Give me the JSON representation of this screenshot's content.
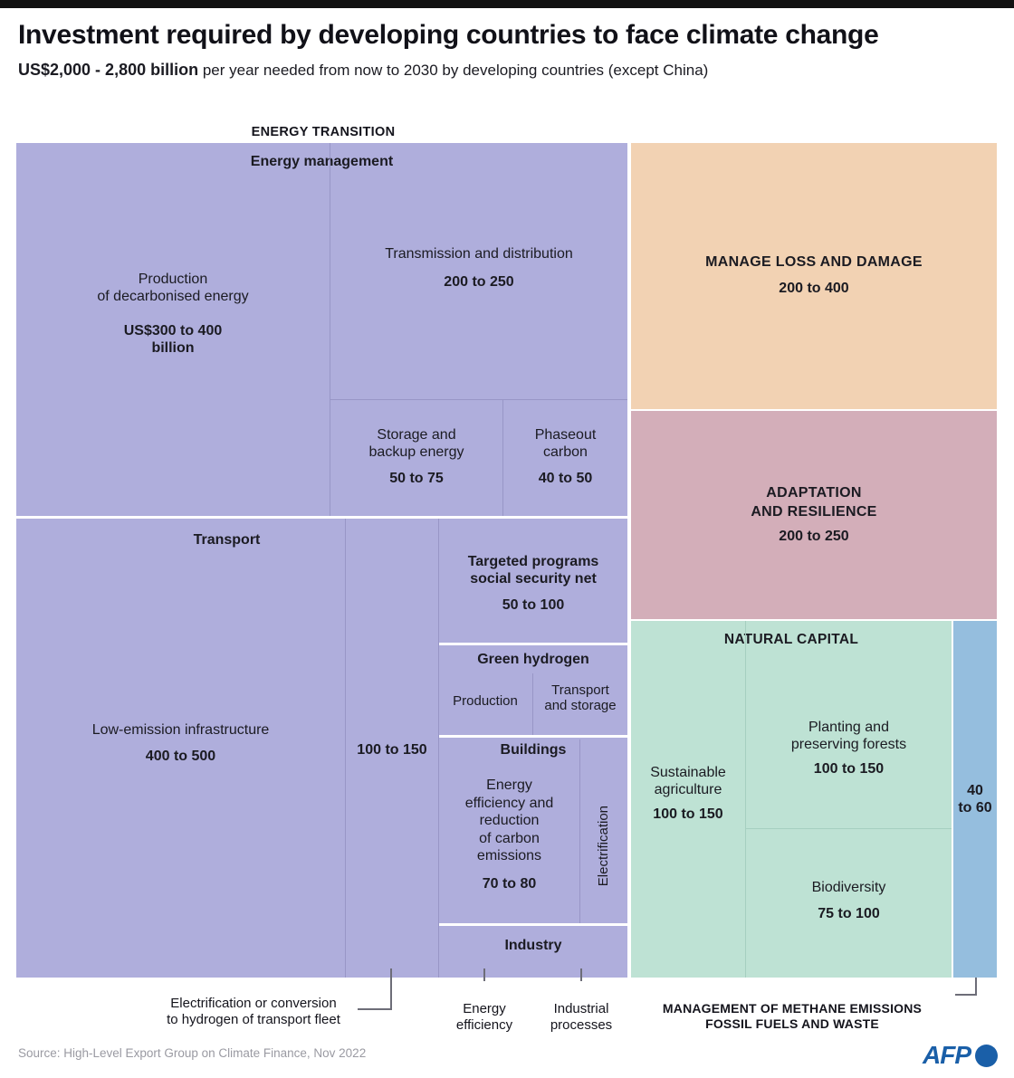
{
  "header": {
    "title": "Investment required by developing countries to face climate change",
    "subtitle_strong": "US$2,000 - 2,800 billion",
    "subtitle_rest": " per year needed from now to 2030 by developing countries (except China)"
  },
  "section_labels": {
    "energy_transition": "ENERGY TRANSITION"
  },
  "footer": {
    "source": "Source: High-Level Export Group on Climate Finance, Nov 2022",
    "logo_text": "AFP"
  },
  "callouts": {
    "transport_fleet": "Electrification or conversion\nto hydrogen of transport fleet",
    "energy_efficiency": "Energy\nefficiency",
    "industrial_processes": "Industrial\nprocesses",
    "methane": "MANAGEMENT OF METHANE EMISSIONS\nFOSSIL FUELS  AND WASTE"
  },
  "colors": {
    "energy_transition": "#afaedc",
    "loss_and_damage": "#f2d2b3",
    "adaptation": "#d3aeb9",
    "natural_capital": "#bee2d4",
    "methane": "#95bede",
    "accent": "#1a5fa8"
  },
  "chart_data": {
    "type": "treemap",
    "title": "Investment required by developing countries to face climate change",
    "subtitle": "US$2,000 - 2,800 billion per year needed from now to 2030 by developing countries (except China)",
    "unit": "US$ billion per year",
    "total_range": [
      2000,
      2800
    ],
    "source": "High-Level Export Group on Climate Finance, Nov 2022",
    "groups": [
      {
        "name": "ENERGY TRANSITION",
        "color": "#afaedc",
        "subgroups": [
          {
            "name": "Energy management",
            "items": [
              {
                "name": "Production\nof decarbonised energy",
                "value_label": "US$300 to 400\nbillion",
                "min": 300,
                "max": 400
              },
              {
                "name": "Transmission and distribution",
                "value_label": "200 to 250",
                "min": 200,
                "max": 250
              },
              {
                "name": "Storage and\nbackup energy",
                "value_label": "50 to 75",
                "min": 50,
                "max": 75
              },
              {
                "name": "Phaseout\ncarbon",
                "value_label": "40 to 50",
                "min": 40,
                "max": 50
              }
            ]
          },
          {
            "name": "Transport",
            "items": [
              {
                "name": "Low-emission infrastructure",
                "value_label": "400 to 500",
                "min": 400,
                "max": 500
              },
              {
                "name": "Electrification or conversion to hydrogen of transport fleet",
                "value_label": "100 to 150",
                "min": 100,
                "max": 150
              }
            ]
          },
          {
            "name": "",
            "items": [
              {
                "name": "Targeted programs\nsocial security net",
                "value_label": "50 to 100",
                "min": 50,
                "max": 100
              }
            ]
          },
          {
            "name": "Green hydrogen",
            "items": [
              {
                "name": "Production",
                "value_label": "",
                "min": null,
                "max": null
              },
              {
                "name": "Transport\nand storage",
                "value_label": "",
                "min": null,
                "max": null
              }
            ]
          },
          {
            "name": "Buildings",
            "items": [
              {
                "name": "Energy\nefficiency and\nreduction\nof carbon\nemissions",
                "value_label": "70 to 80",
                "min": 70,
                "max": 80
              },
              {
                "name": "Electrification",
                "value_label": "",
                "min": null,
                "max": null
              }
            ]
          },
          {
            "name": "Industry",
            "items": [
              {
                "name": "Energy efficiency",
                "value_label": "",
                "min": null,
                "max": null
              },
              {
                "name": "Industrial processes",
                "value_label": "",
                "min": null,
                "max": null
              }
            ]
          }
        ]
      },
      {
        "name": "MANAGE LOSS AND DAMAGE",
        "color": "#f2d2b3",
        "value_label": "200 to 400",
        "min": 200,
        "max": 400,
        "subgroups": []
      },
      {
        "name": "ADAPTATION\nAND RESILIENCE",
        "color": "#d3aeb9",
        "value_label": "200 to 250",
        "min": 200,
        "max": 250,
        "subgroups": []
      },
      {
        "name": "NATURAL CAPITAL",
        "color": "#bee2d4",
        "subgroups": [
          {
            "name": "",
            "items": [
              {
                "name": "Sustainable\nagriculture",
                "value_label": "100 to 150",
                "min": 100,
                "max": 150
              },
              {
                "name": "Planting and\npreserving forests",
                "value_label": "100 to 150",
                "min": 100,
                "max": 150
              },
              {
                "name": "Biodiversity",
                "value_label": "75 to 100",
                "min": 75,
                "max": 100
              }
            ]
          }
        ]
      },
      {
        "name": "MANAGEMENT OF METHANE EMISSIONS FOSSIL FUELS AND WASTE",
        "color": "#95bede",
        "value_label": "40\nto 60",
        "min": 40,
        "max": 60,
        "subgroups": []
      }
    ]
  },
  "cells": {
    "energy_management": {
      "header": "Energy management"
    },
    "production_decarbonised": {
      "name": "Production\nof decarbonised energy",
      "value": "US$300 to 400\nbillion"
    },
    "transmission": {
      "name": "Transmission and distribution",
      "value": "200 to 250"
    },
    "storage": {
      "name": "Storage and\nbackup energy",
      "value": "50 to 75"
    },
    "phaseout": {
      "name": "Phaseout\ncarbon",
      "value": "40 to 50"
    },
    "transport": {
      "header": "Transport"
    },
    "low_emission": {
      "name": "Low-emission infrastructure",
      "value": "400 to 500"
    },
    "transport_fleet": {
      "value": "100 to 150"
    },
    "targeted_programs": {
      "name": "Targeted programs\nsocial security net",
      "value": "50 to 100"
    },
    "green_hydrogen": {
      "header": "Green hydrogen"
    },
    "gh_production": {
      "name": "Production"
    },
    "gh_transport": {
      "name": "Transport\nand storage"
    },
    "buildings": {
      "header": "Buildings"
    },
    "buildings_efficiency": {
      "name": "Energy\nefficiency and\nreduction\nof carbon\nemissions",
      "value": "70 to 80"
    },
    "electrification": {
      "name": "Electrification"
    },
    "industry": {
      "header": "Industry"
    },
    "loss_damage": {
      "header": "MANAGE LOSS AND DAMAGE",
      "value": "200 to 400"
    },
    "adaptation": {
      "header": "ADAPTATION\nAND RESILIENCE",
      "value": "200 to 250"
    },
    "natural_capital": {
      "header": "NATURAL CAPITAL"
    },
    "sustainable_agri": {
      "name": "Sustainable\nagriculture",
      "value": "100 to 150"
    },
    "forests": {
      "name": "Planting and\npreserving forests",
      "value": "100 to 150"
    },
    "biodiversity": {
      "name": "Biodiversity",
      "value": "75 to 100"
    },
    "methane": {
      "value": "40\nto 60"
    }
  }
}
